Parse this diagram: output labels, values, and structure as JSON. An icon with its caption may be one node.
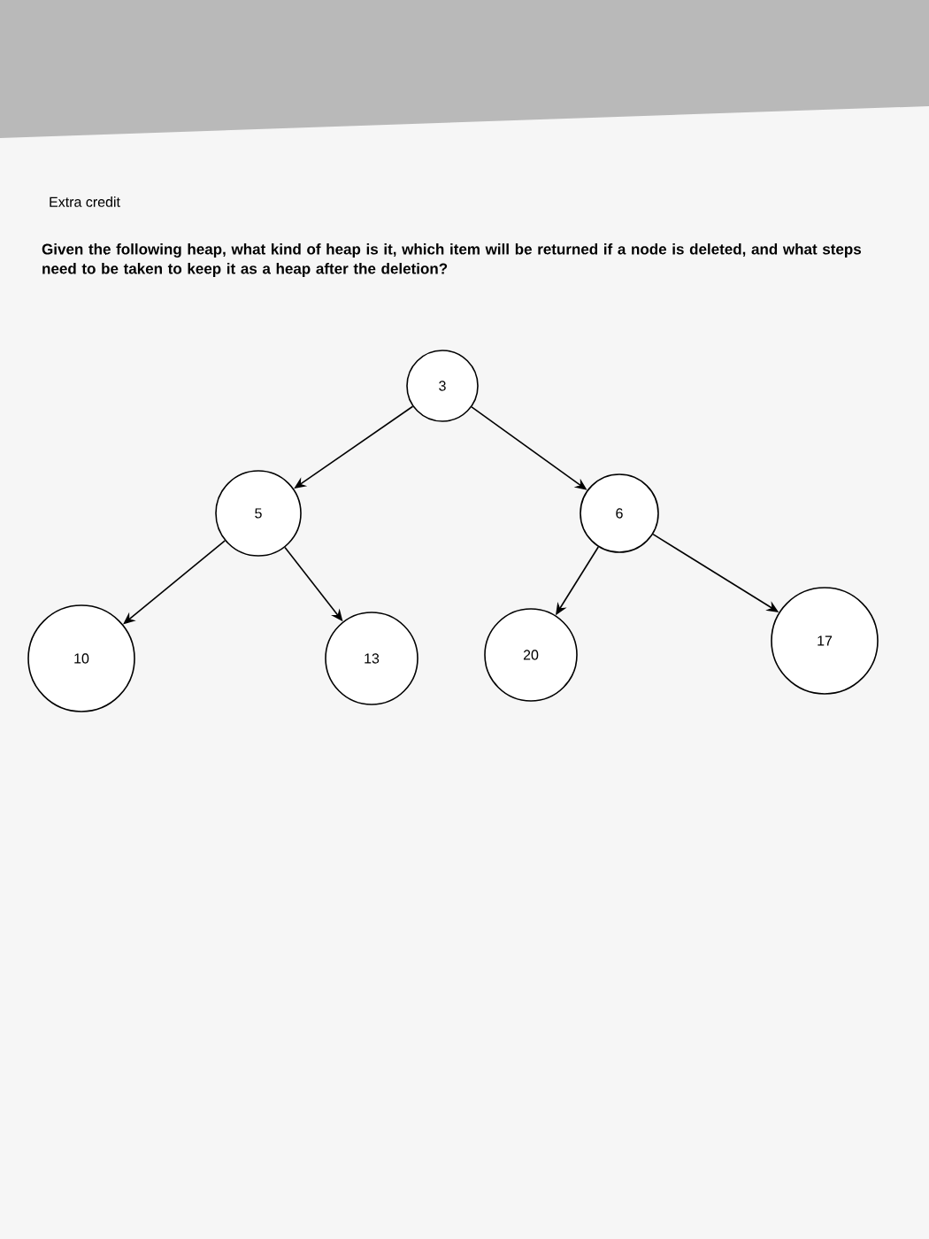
{
  "diagram": {
    "title": "Extra credit",
    "nodes": [
      {
        "text": [
          "3"
        ]
      },
      {
        "text": [
          "5"
        ]
      },
      {
        "text": [
          "6"
        ]
      },
      {
        "text": [
          "10"
        ]
      },
      {
        "text": [
          "13"
        ]
      },
      {
        "text": [
          "20"
        ]
      },
      {
        "text": [
          "17"
        ]
      }
    ],
    "edges": [
      {
        "from": 0,
        "to": 1,
        "arrow": "to"
      },
      {
        "from": 0,
        "to": 2,
        "arrow": "to"
      },
      {
        "from": 1,
        "to": 3,
        "arrow": "to"
      },
      {
        "from": 1,
        "to": 4,
        "arrow": "to"
      },
      {
        "from": 2,
        "to": 5,
        "arrow": "to"
      },
      {
        "from": 2,
        "to": 6,
        "arrow": "to"
      }
    ],
    "labels": [
      "Given the following heap, what kind of heap is it, which item will be returned if a node is deleted, and what steps need to be taken to keep it as a heap after the deletion?"
    ]
  }
}
